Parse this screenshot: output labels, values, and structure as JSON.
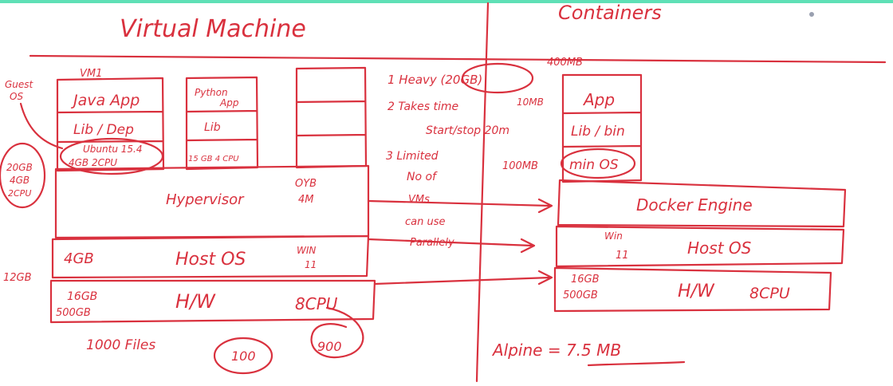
{
  "vm": {
    "title": "Virtual Machine",
    "vm1_label": "VM1",
    "guest_os": [
      "Guest",
      "OS"
    ],
    "guest_res": [
      "20GB",
      "4GB",
      "2CPU"
    ],
    "vm1_rows": [
      "Java App",
      "Lib / Dep",
      "Ubuntu 15.4",
      "4GB 2CPU"
    ],
    "vm2_rows": [
      "Python",
      "App",
      "Lib",
      "15 GB 4 CPU"
    ],
    "hypervisor": "Hypervisor",
    "hyp_res": [
      "OYB",
      "4M"
    ],
    "host_os": "Host OS",
    "host_left": "4GB",
    "host_right": [
      "WIN",
      "11"
    ],
    "host_total": "12GB",
    "hw": "H/W",
    "hw_left": [
      "16GB",
      "500GB"
    ],
    "hw_right": "8CPU",
    "files": "1000 Files",
    "circle_100": "100",
    "circle_900": "900"
  },
  "notes": [
    "1 Heavy (20GB)",
    "2 Takes time",
    "Start/stop 20m",
    "3 Limited",
    "No of",
    "VMs",
    "can use",
    "Parallely"
  ],
  "containers": {
    "title": "Containers",
    "size_top": "400MB",
    "app": "App",
    "app_size": "10MB",
    "lib": "Lib / bin",
    "minos": "min OS",
    "minos_size": "100MB",
    "docker": "Docker Engine",
    "host_os": "Host OS",
    "host_left": [
      "Win",
      "11"
    ],
    "hw": "H/W",
    "hw_left": [
      "16GB",
      "500GB"
    ],
    "hw_right": "8CPU",
    "alpine": "Alpine = 7.5 MB"
  }
}
